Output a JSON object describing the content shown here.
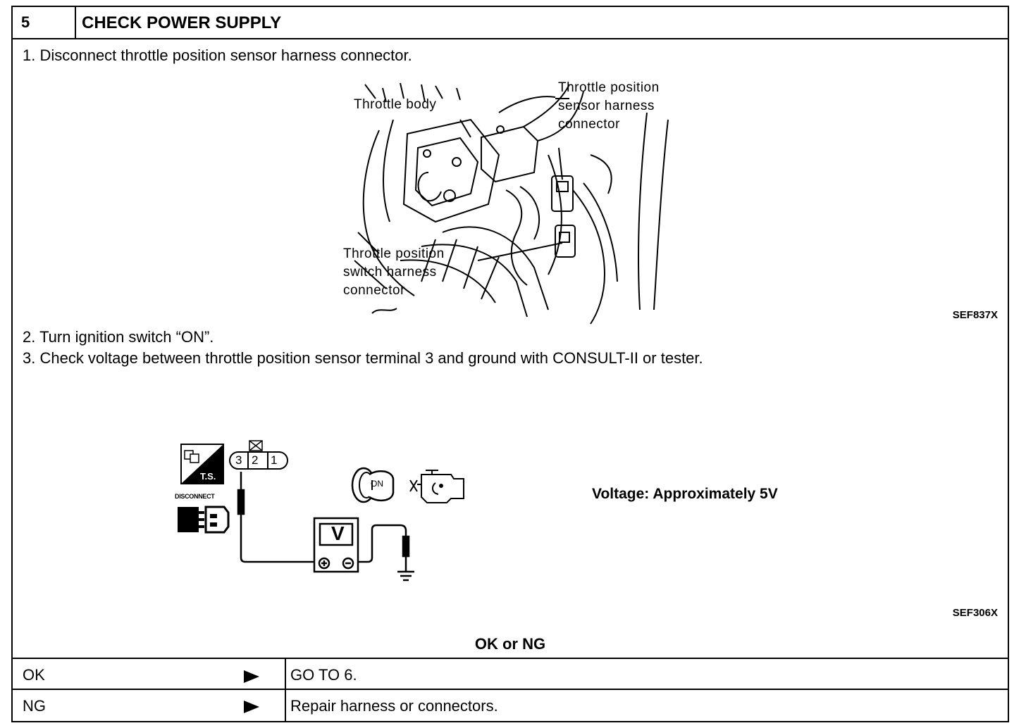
{
  "header": {
    "step_number": "5",
    "title": "CHECK POWER SUPPLY"
  },
  "steps": [
    "1.  Disconnect throttle position sensor harness connector.",
    "2.  Turn ignition switch “ON”.",
    "3.  Check voltage between throttle position sensor terminal 3 and ground with CONSULT-II or tester."
  ],
  "figure1": {
    "callout_body": "Throttle body",
    "callout_sensor": "Throttle position\nsensor harness\nconnector",
    "callout_switch": "Throttle position\nswitch harness\nconnector",
    "ref_code": "SEF837X"
  },
  "figure2": {
    "ts_label": "T.S.",
    "disconnect_label": "DISCONNECT",
    "terminals": [
      "3",
      "2",
      "1"
    ],
    "ignition_label": "ON",
    "meter_label": "V",
    "voltage_spec": "Voltage: Approximately 5V",
    "ref_code": "SEF306X"
  },
  "result_heading": "OK or NG",
  "results": [
    {
      "label": "OK",
      "action": "GO TO 6."
    },
    {
      "label": "NG",
      "action": "Repair harness or connectors."
    }
  ]
}
